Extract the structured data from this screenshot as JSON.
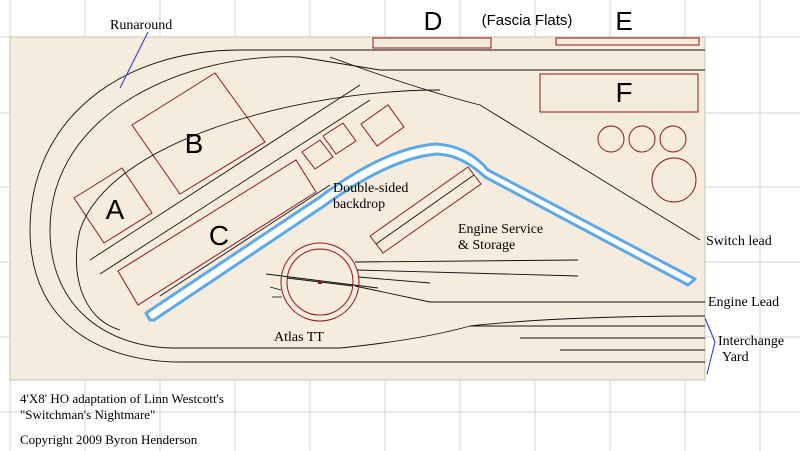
{
  "labels": {
    "d": "D",
    "e": "E",
    "f": "F",
    "a": "A",
    "b": "B",
    "c": "C",
    "fascia_flats": "(Fascia Flats)",
    "runaround": "Runaround",
    "double_sided_line1": "Double-sided",
    "double_sided_line2": "backdrop",
    "engine_service_line1": "Engine Service",
    "engine_service_line2": "& Storage",
    "switch_lead": "Switch lead",
    "engine_lead": "Engine Lead",
    "interchange_line1": "Interchange",
    "interchange_line2": "Yard",
    "atlas_tt": "Atlas TT"
  },
  "caption": {
    "line1": "4'X8' HO adaptation of Linn Westcott's",
    "line2": "\"Switchman's Nightmare\"",
    "copyright": "Copyright 2009 Byron Henderson"
  },
  "colors": {
    "board": "#f5ecdd",
    "grid": "#d4d4d4",
    "track": "#111111",
    "building": "#8a1a1a",
    "backdrop": "#5fa8e8",
    "pointer": "#2233cc"
  }
}
